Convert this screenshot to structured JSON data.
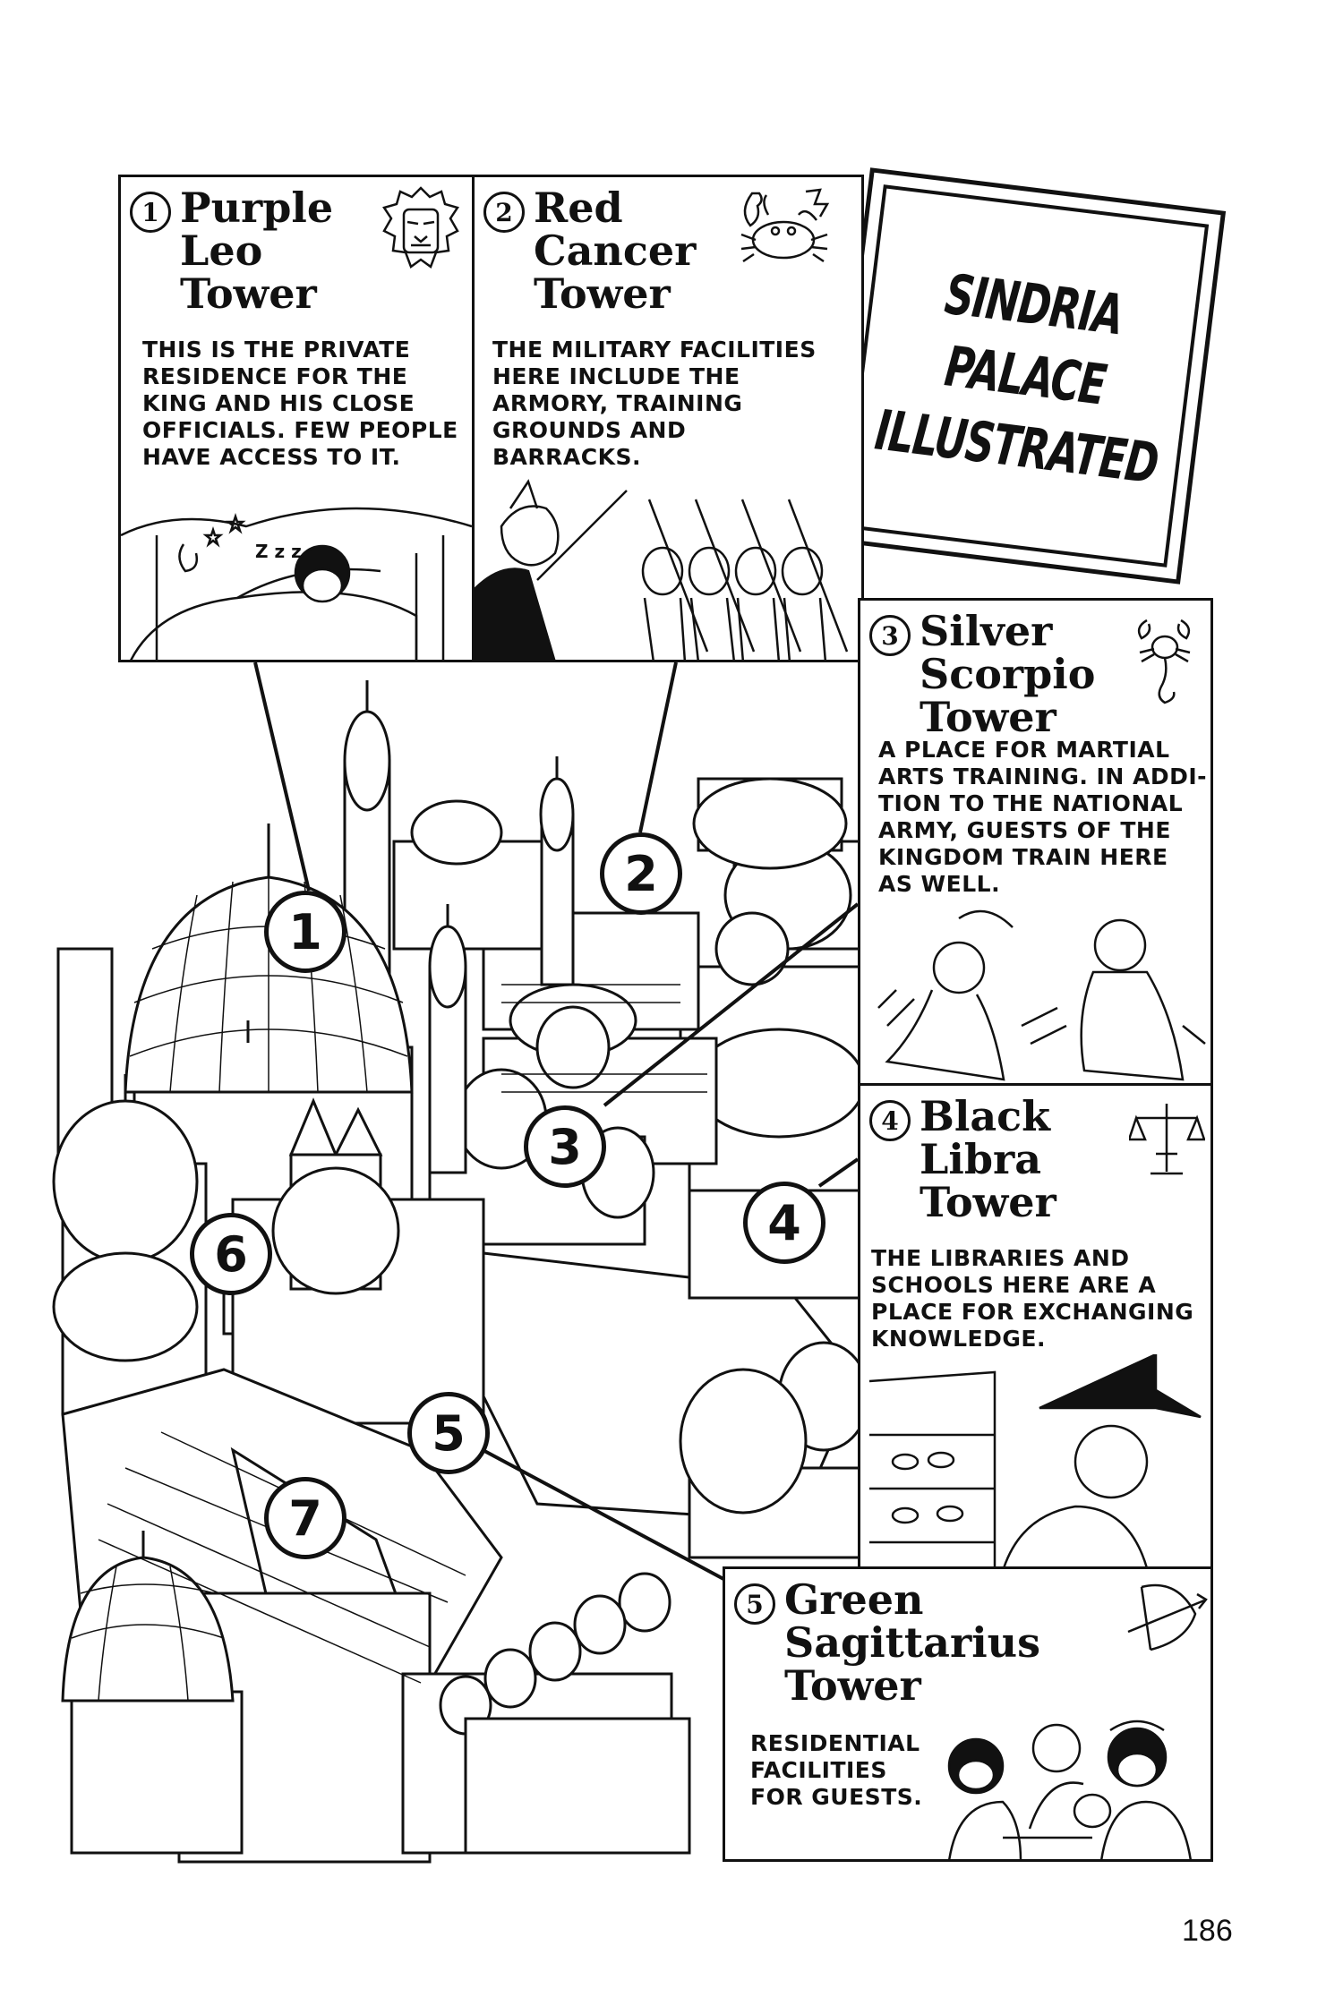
{
  "sign": {
    "title": "SINDRIA\nPALACE\nILLUSTRATED"
  },
  "panels": [
    {
      "number": "1",
      "title": "Purple\nLeo\nTower",
      "icon": "lion-icon",
      "description": "THIS IS THE PRIVATE\nRESIDENCE FOR THE\nKING AND HIS CLOSE\nOFFICIALS. FEW PEOPLE\nHAVE ACCESS TO IT.",
      "art_label": "Z z z"
    },
    {
      "number": "2",
      "title": "Red\nCancer\nTower",
      "icon": "crab-icon",
      "description": "THE MILITARY FACILITIES\nHERE INCLUDE THE\nARMORY, TRAINING\nGROUNDS AND\nBARRACKS."
    },
    {
      "number": "3",
      "title": "Silver\nScorpio\nTower",
      "icon": "scorpion-icon",
      "description": "A PLACE FOR MARTIAL\nARTS TRAINING. IN ADDI-\nTION TO THE NATIONAL\nARMY, GUESTS OF THE\nKINGDOM TRAIN HERE\n                AS WELL."
    },
    {
      "number": "4",
      "title": "Black\nLibra\nTower",
      "icon": "scales-icon",
      "description": "THE LIBRARIES AND\nSCHOOLS HERE ARE A\nPLACE FOR EXCHANGING\nKNOWLEDGE."
    },
    {
      "number": "5",
      "title": "Green\nSagittarius\nTower",
      "icon": "bow-arrow-icon",
      "description": "RESIDENTIAL\nFACILITIES\nFOR GUESTS."
    }
  ],
  "markers": [
    "1",
    "2",
    "3",
    "4",
    "5",
    "6",
    "7"
  ],
  "page_number": "186"
}
